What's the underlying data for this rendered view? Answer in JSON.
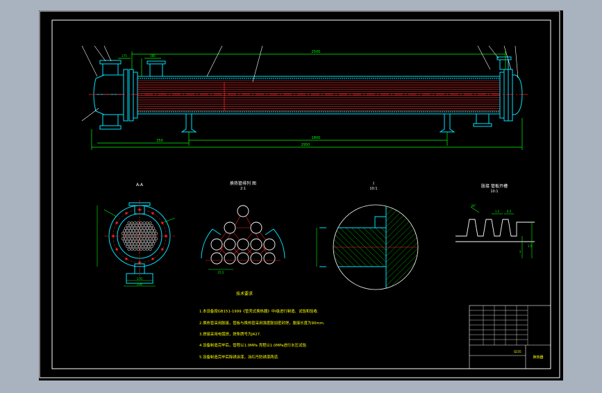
{
  "colors": {
    "viewport_bg": "#a9b3bf",
    "sheet": "#000000",
    "border": "#ffffff",
    "outline": "#00e5ff",
    "dim": "#00ff00",
    "tube": "#ff3030",
    "center": "#ff2020",
    "label": "#ffffff",
    "text": "#ffff00",
    "hatch": "#00ff00"
  },
  "main_view": {
    "dim_top": "2500",
    "dim_bottom_left": "250",
    "dim_bottom_mid": "1800",
    "dim_overall": "2950",
    "dim_left_nozzle": "175",
    "dim_right_flange": "185"
  },
  "views": {
    "section_aa": {
      "title": "A-A",
      "dim_a": "170",
      "dim_b": "216"
    },
    "tube_layout": {
      "title": "换热管排列 图",
      "scale": "2:1",
      "pitch": "25.5"
    },
    "detail_i": {
      "title": "I",
      "scale": "10:1"
    },
    "groove": {
      "title": "胀接 管板开槽",
      "scale": "10:1",
      "dim_1": "20°",
      "dim_2": "1.2",
      "dim_3": "0.5",
      "dim_4": "3",
      "dim_5": "1.5"
    }
  },
  "notes": {
    "heading": "技术要求",
    "lines": [
      "1.本设备按GB151-1999《管壳式换热器》中I级进行制造、试验和验收.",
      "2.换热管采用胀接，管板与换热管采用强度胀加密封焊，胀接长度为90mm.",
      "3.焊接采用电弧焊，焊条牌号为J427.",
      "4.设备制造完毕后，管程以1.0MPa 壳程以1.0MPa进行水压试验.",
      "5.设备制造完毕后除锈涂漆，涂红丹防锈漆两道."
    ]
  },
  "title_block": {
    "material": "Q235",
    "drawing": "换热器"
  }
}
